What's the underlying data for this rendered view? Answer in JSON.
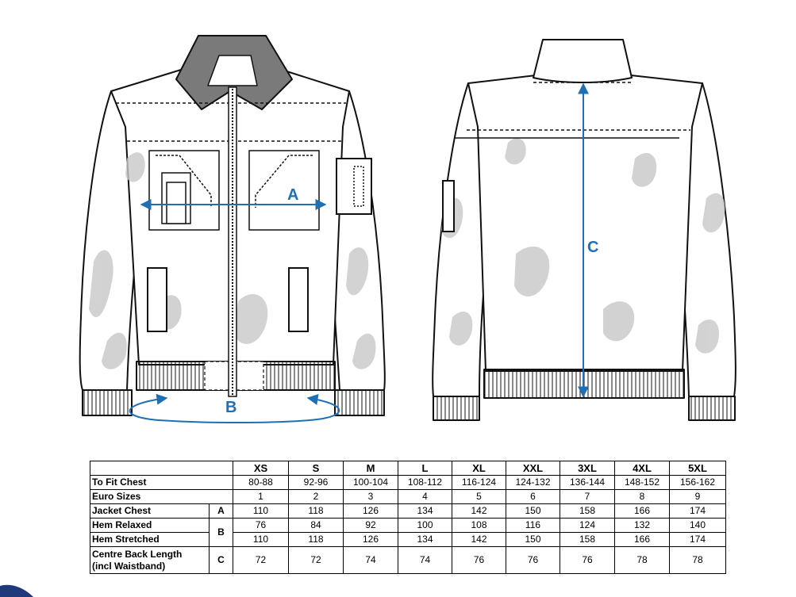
{
  "labels": {
    "a": "A",
    "b": "B",
    "c": "C"
  },
  "colors": {
    "measure": "#1f6fb4",
    "camo": "#c8c8c8",
    "collar": "#7a7a7a",
    "outline": "#111111"
  },
  "table": {
    "sizes": [
      "XS",
      "S",
      "M",
      "L",
      "XL",
      "XXL",
      "3XL",
      "4XL",
      "5XL"
    ],
    "rows": [
      {
        "label": "To Fit Chest",
        "code": "",
        "values": [
          "80-88",
          "92-96",
          "100-104",
          "108-112",
          "116-124",
          "124-132",
          "136-144",
          "148-152",
          "156-162"
        ]
      },
      {
        "label": "Euro Sizes",
        "code": "",
        "values": [
          "1",
          "2",
          "3",
          "4",
          "5",
          "6",
          "7",
          "8",
          "9"
        ]
      },
      {
        "label": "Jacket Chest",
        "code": "A",
        "values": [
          "110",
          "118",
          "126",
          "134",
          "142",
          "150",
          "158",
          "166",
          "174"
        ]
      },
      {
        "label": "Hem Relaxed",
        "code": "B",
        "values": [
          "76",
          "84",
          "92",
          "100",
          "108",
          "116",
          "124",
          "132",
          "140"
        ]
      },
      {
        "label": "Hem Stretched",
        "code": "",
        "values": [
          "110",
          "118",
          "126",
          "134",
          "142",
          "150",
          "158",
          "166",
          "174"
        ]
      },
      {
        "label": "Centre Back Length",
        "label2": "(incl Waistband)",
        "code": "C",
        "values": [
          "72",
          "72",
          "74",
          "74",
          "76",
          "76",
          "76",
          "78",
          "78"
        ]
      }
    ]
  }
}
